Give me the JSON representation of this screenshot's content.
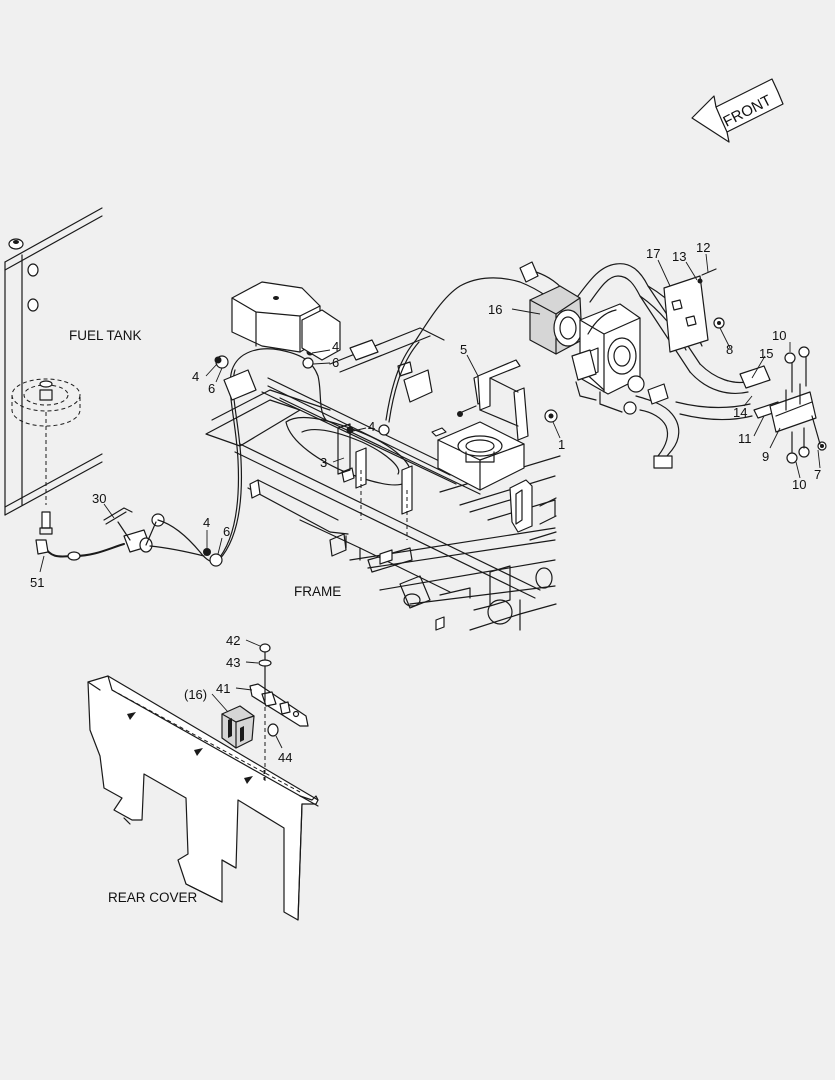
{
  "front_arrow": {
    "label": "FRONT"
  },
  "captions": {
    "fuel_tank": "FUEL TANK",
    "frame": "FRAME",
    "rear_cover": "REAR COVER"
  },
  "callouts": [
    {
      "id": "c-12",
      "text": "12"
    },
    {
      "id": "c-13",
      "text": "13"
    },
    {
      "id": "c-17",
      "text": "17"
    },
    {
      "id": "c-16",
      "text": "16"
    },
    {
      "id": "c-5",
      "text": "5"
    },
    {
      "id": "c-8",
      "text": "8"
    },
    {
      "id": "c-10a",
      "text": "10"
    },
    {
      "id": "c-15",
      "text": "15"
    },
    {
      "id": "c-14",
      "text": "14"
    },
    {
      "id": "c-11",
      "text": "11"
    },
    {
      "id": "c-9",
      "text": "9"
    },
    {
      "id": "c-7",
      "text": "7"
    },
    {
      "id": "c-10b",
      "text": "10"
    },
    {
      "id": "c-1",
      "text": "1"
    },
    {
      "id": "c-4a",
      "text": "4"
    },
    {
      "id": "c-6a",
      "text": "6"
    },
    {
      "id": "c-4b",
      "text": "4"
    },
    {
      "id": "c-6b",
      "text": "6"
    },
    {
      "id": "c-4c",
      "text": "4"
    },
    {
      "id": "c-3",
      "text": "3"
    },
    {
      "id": "c-30",
      "text": "30"
    },
    {
      "id": "c-4d",
      "text": "4"
    },
    {
      "id": "c-6c",
      "text": "6"
    },
    {
      "id": "c-51",
      "text": "51"
    },
    {
      "id": "c-42",
      "text": "42"
    },
    {
      "id": "c-43",
      "text": "43"
    },
    {
      "id": "c-41",
      "text": "41"
    },
    {
      "id": "c-16ref",
      "text": "(16)"
    },
    {
      "id": "c-44",
      "text": "44"
    }
  ],
  "colors": {
    "line": "#1a1a1a",
    "background": "#f0f0f0",
    "panel": "#ffffff",
    "shade": "#d6d6d6"
  }
}
